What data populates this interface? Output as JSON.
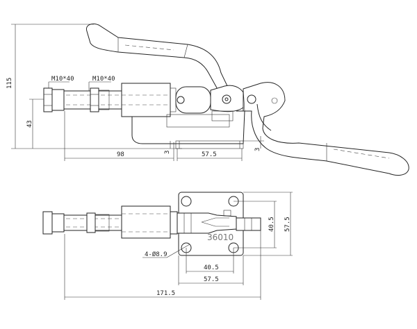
{
  "drawing": {
    "side_view": {
      "bolt_label_1": "M10*40",
      "bolt_label_2": "M10*40",
      "dim_height_total": "115",
      "dim_height_rod": "43",
      "dim_length_rod": "98",
      "dim_base_length": "57.5",
      "dim_base_thickness_left": "3",
      "dim_base_thickness_right": "3"
    },
    "top_view": {
      "model_mark": "36010",
      "hole_label": "4-Ø8.9",
      "dim_hole_spacing_v": "40.5",
      "dim_plate_height": "57.5",
      "dim_hole_spacing_h": "40.5",
      "dim_plate_width": "57.5",
      "dim_total_length": "171.5"
    }
  }
}
